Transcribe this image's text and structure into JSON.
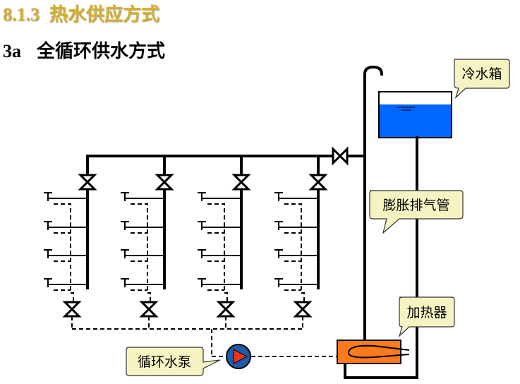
{
  "section": {
    "number": "8.1.3",
    "title": "热水供应方式"
  },
  "subsection": {
    "number": "3a",
    "title": "全循环供水方式"
  },
  "callouts": {
    "cold_tank": "冷水箱",
    "expansion_pipe": "膨胀排气管",
    "heater": "加热器",
    "pump": "循环水泵"
  },
  "colors": {
    "title_gold": "#d7b02a",
    "water_blue": "#0066ff",
    "heater_orange": "#ff7a1a",
    "pump_blue": "#1e5ba8",
    "pump_red": "#e8331f",
    "callout_fill": "#f6f3c2"
  }
}
